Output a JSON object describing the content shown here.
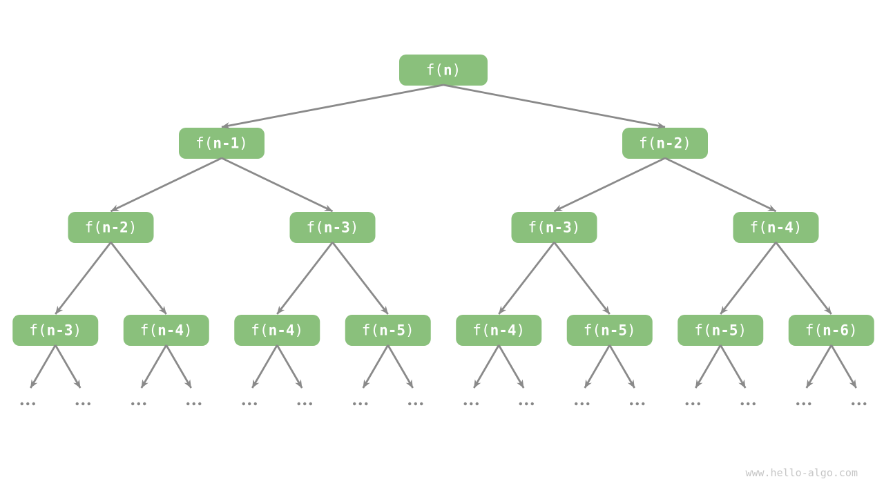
{
  "diagram": {
    "type": "recursion-tree",
    "colors": {
      "background": "#ffffff",
      "node_fill": "#8ac07c",
      "node_text": "#ffffff",
      "edge": "#8a8a8a",
      "dots": "#868686",
      "watermark": "#c6c6c6"
    },
    "levels": [
      {
        "nodes": [
          {
            "pre": "f(",
            "arg": "n",
            "post": ")"
          }
        ]
      },
      {
        "nodes": [
          {
            "pre": "f(",
            "arg": "n-1",
            "post": ")"
          },
          {
            "pre": "f(",
            "arg": "n-2",
            "post": ")"
          }
        ]
      },
      {
        "nodes": [
          {
            "pre": "f(",
            "arg": "n-2",
            "post": ")"
          },
          {
            "pre": "f(",
            "arg": "n-3",
            "post": ")"
          },
          {
            "pre": "f(",
            "arg": "n-3",
            "post": ")"
          },
          {
            "pre": "f(",
            "arg": "n-4",
            "post": ")"
          }
        ]
      },
      {
        "nodes": [
          {
            "pre": "f(",
            "arg": "n-3",
            "post": ")"
          },
          {
            "pre": "f(",
            "arg": "n-4",
            "post": ")"
          },
          {
            "pre": "f(",
            "arg": "n-4",
            "post": ")"
          },
          {
            "pre": "f(",
            "arg": "n-5",
            "post": ")"
          },
          {
            "pre": "f(",
            "arg": "n-4",
            "post": ")"
          },
          {
            "pre": "f(",
            "arg": "n-5",
            "post": ")"
          },
          {
            "pre": "f(",
            "arg": "n-5",
            "post": ")"
          },
          {
            "pre": "f(",
            "arg": "n-6",
            "post": ")"
          }
        ]
      }
    ],
    "ellipsis": "...",
    "watermark": "www.hello-algo.com"
  }
}
